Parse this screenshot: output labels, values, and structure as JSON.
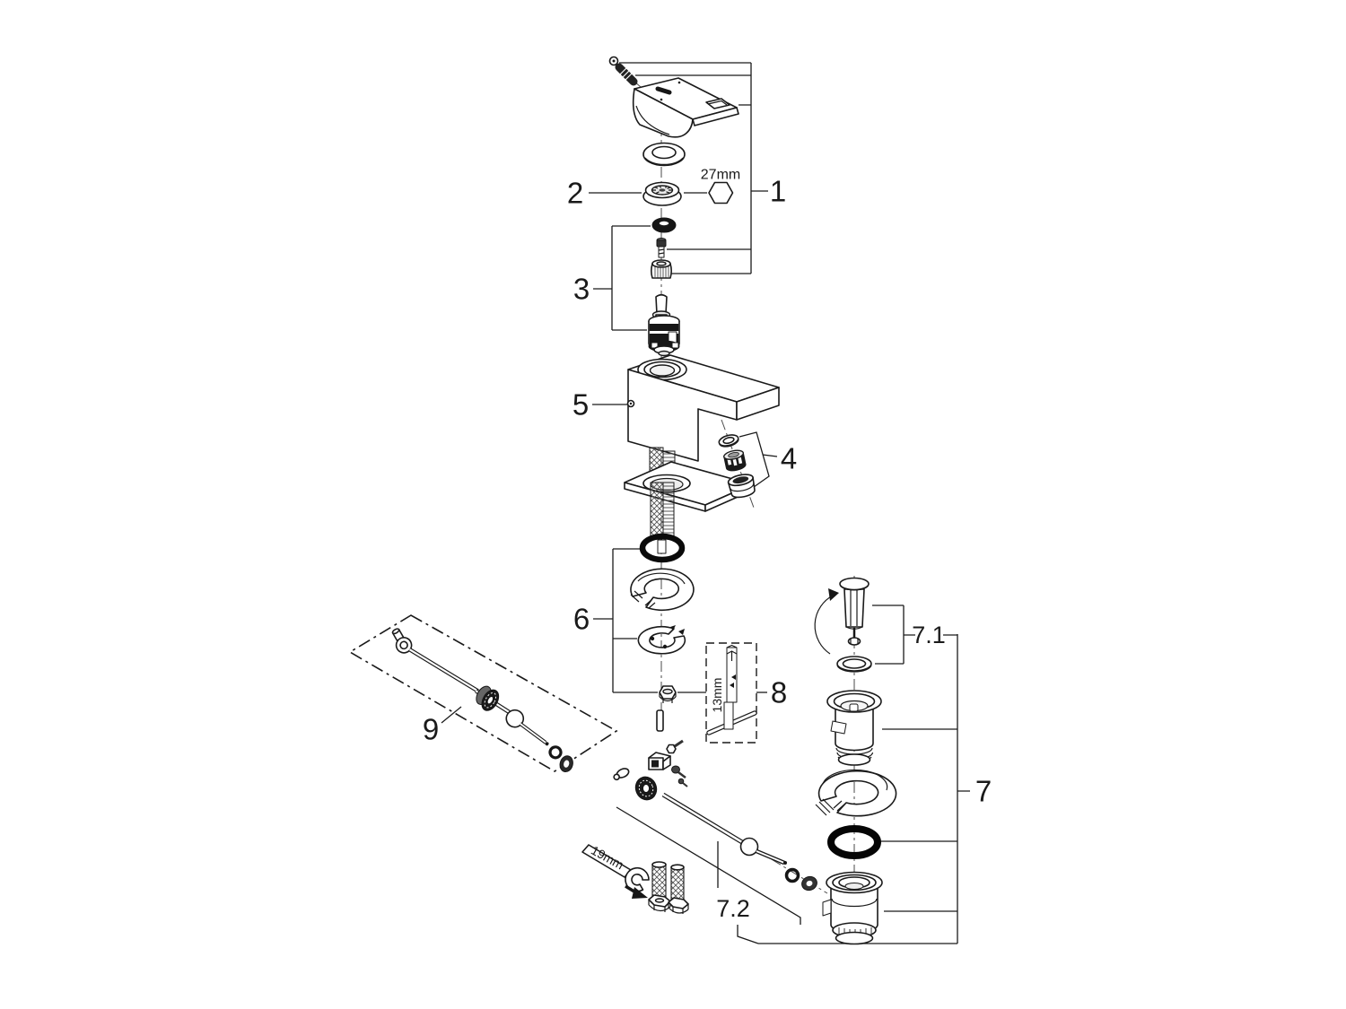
{
  "diagram": {
    "kind": "exploded-parts-diagram",
    "part_labels": {
      "p1": "1",
      "p2": "2",
      "p3": "3",
      "p4": "4",
      "p5": "5",
      "p6": "6",
      "p7": "7",
      "p7_1": "7.1",
      "p7_2": "7.2",
      "p8": "8",
      "p9": "9"
    },
    "dimensions": {
      "cap_nut_hex": "27mm",
      "socket_tool": "13mm",
      "wrench": "19mm"
    }
  }
}
